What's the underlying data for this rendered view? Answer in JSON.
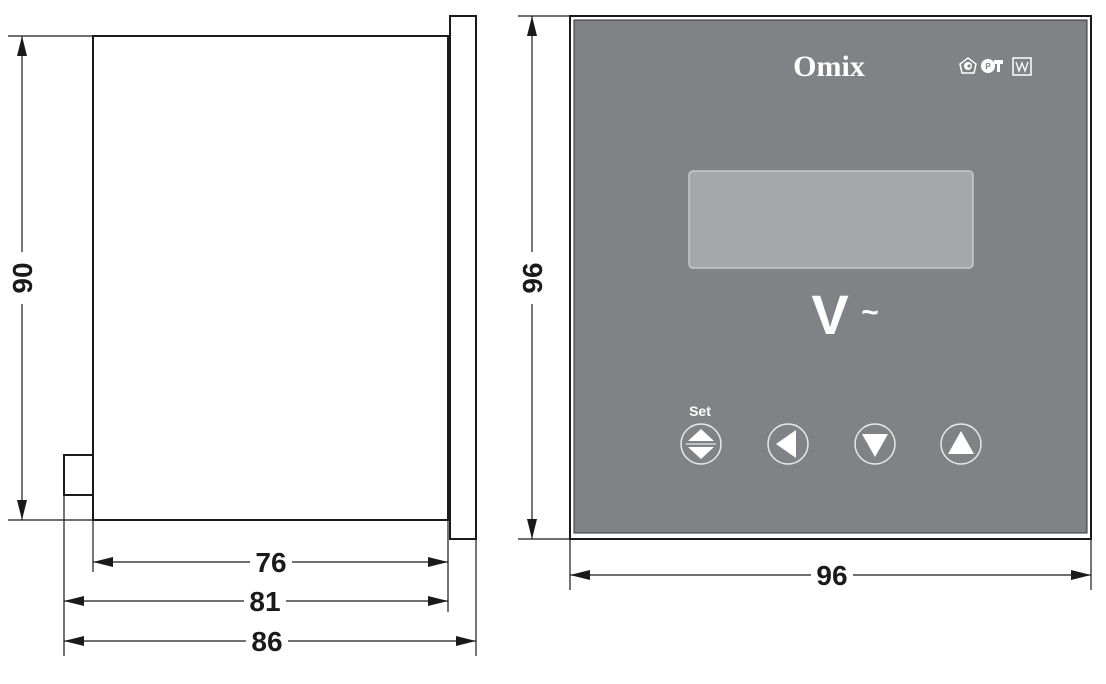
{
  "title": "Omix panel meter dimensional drawing",
  "dimensions": {
    "side_height": "90",
    "depth_body": "76",
    "depth_with_terminal": "81",
    "depth_total": "86",
    "front_height": "96",
    "front_width": "96"
  },
  "front_panel": {
    "brand": "Omix",
    "unit_symbol": "V",
    "unit_suffix": "~",
    "set_label": "Set",
    "buttons": [
      "set-up-down",
      "left",
      "down",
      "up"
    ],
    "certification_icons": [
      "gost-pentagon-icon",
      "rst-mark-icon",
      "emc-mark-icon"
    ],
    "panel_color": "#818286",
    "display_color": "#a6a7aa"
  }
}
